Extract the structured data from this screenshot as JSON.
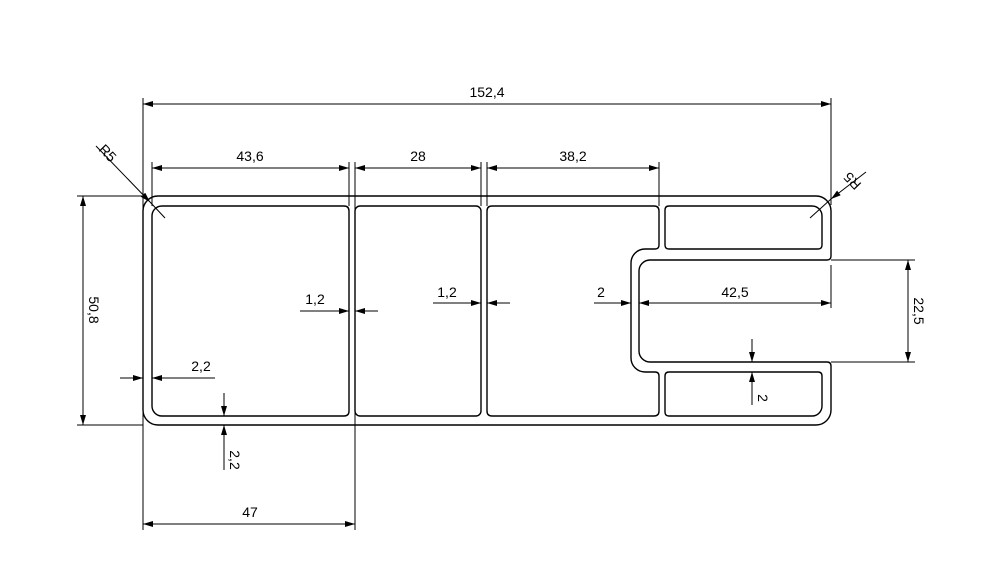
{
  "drawing": {
    "colors": {
      "line": "#000000",
      "background": "#ffffff"
    },
    "dimensions": {
      "overall_width": "152,4",
      "overall_height": "50,8",
      "cell1_width": "43,6",
      "cell2_width": "28",
      "cell3_width": "38,2",
      "web1_thickness": "1,2",
      "web2_thickness": "1,2",
      "slot_wall": "2",
      "slot_depth": "42,5",
      "slot_height": "22,5",
      "slot_bottom_wall": "2",
      "side_wall": "2,2",
      "bottom_wall": "2,2",
      "first_section": "47",
      "radius_left": "R5",
      "radius_right": "R5"
    }
  }
}
